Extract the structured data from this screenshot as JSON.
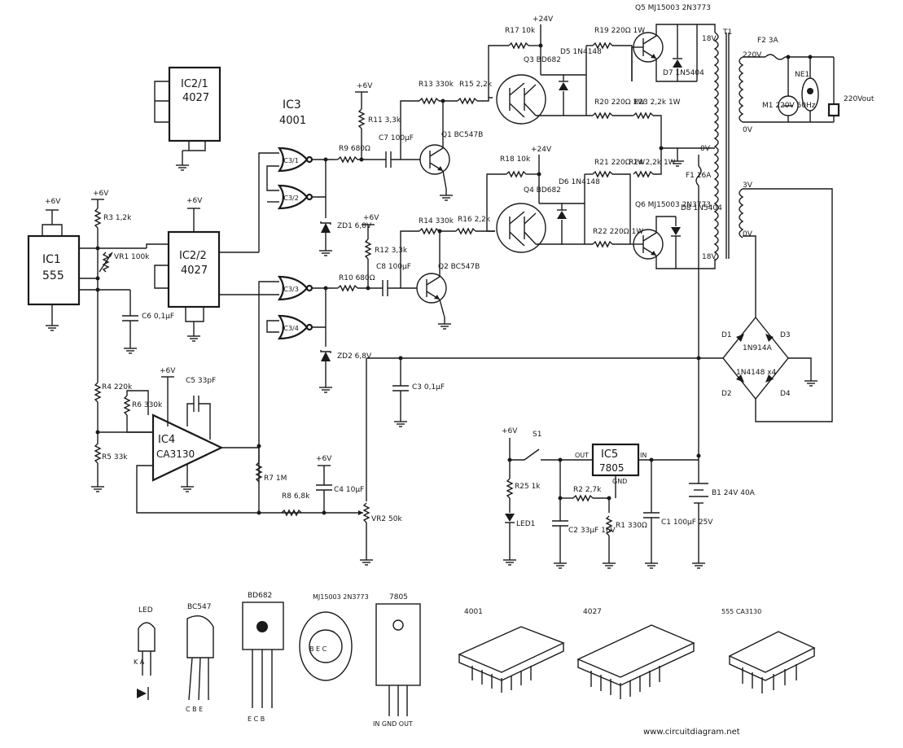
{
  "footer": {
    "website": "www.circuitdiagram.net"
  },
  "chips": {
    "ic1": {
      "name": "IC1",
      "part": "555"
    },
    "ic2_1": {
      "name": "IC2/1",
      "part": "4027"
    },
    "ic2_2": {
      "name": "IC2/2",
      "part": "4027"
    },
    "ic3": {
      "name": "IC3",
      "part": "4001"
    },
    "ic4": {
      "name": "IC4",
      "part": "CA3130"
    },
    "ic5": {
      "name": "IC5",
      "part": "7805"
    }
  },
  "gates": [
    "IC3/1",
    "IC3/2",
    "IC3/3",
    "IC3/4"
  ],
  "components": {
    "r1": "R1 330Ω",
    "r2": "R2 2,7k",
    "r3": "R3 1,2k",
    "r4": "R4 220k",
    "r5": "R5 33k",
    "r6": "R6 330k",
    "r7": "R7 1M",
    "r8": "R8 6,8k",
    "r9": "R9 680Ω",
    "r10": "R10 680Ω",
    "r11": "R11 3,3k",
    "r12": "R12 3,3k",
    "r13": "R13 330k",
    "r14": "R14 330k",
    "r15": "R15 2,2k",
    "r16": "R16 2,2k",
    "r17": "R17 10k",
    "r18": "R18 10k",
    "r19": "R19 220Ω 1W",
    "r20": "R20 220Ω 1W",
    "r21": "R21 220Ω 1W",
    "r22": "R22 220Ω 1W",
    "r23": "R23 2,2k 1W",
    "r24": "R24 2,2k 1W",
    "r25": "R25 1k",
    "c1": "C1 100µF 25V",
    "c2": "C2 33µF 16V",
    "c3": "C3 0,1µF",
    "c4": "C4 10µF",
    "c5": "C5 33pF",
    "c6": "C6 0,1µF",
    "c7": "C7 100µF",
    "c8": "C8 100µF",
    "vr1": "VR1 100k",
    "vr2": "VR2 50k",
    "zd1": "ZD1 6,8V",
    "zd2": "ZD2 6,8V",
    "q1": "Q1 BC547B",
    "q2": "Q2 BC547B",
    "q3": "Q3 BD682",
    "q4": "Q4 BD682",
    "q5": "Q5 MJ15003 2N3773",
    "q6": "Q6 MJ15003 2N3773",
    "d5": "D5 1N4148",
    "d6": "D6 1N4148",
    "d7": "D7 1N5404",
    "d8": "D8 1N5404",
    "bridge": "1N914A",
    "bridge2": "1N4148 x4",
    "t1": "T1",
    "f1": "F1 16A",
    "f2": "F2 3A",
    "m1": "M1 220V 50Hz",
    "ne1": "NE1",
    "b1": "B1 24V 40A",
    "s1": "S1",
    "led1": "LED1",
    "v24": "+24V",
    "v6": "+6V",
    "v220": "220V",
    "v220out": "220Vout",
    "v18": "18V",
    "v0": "0V",
    "v3": "3V"
  },
  "packages": [
    {
      "name": "LED",
      "pins": "K A"
    },
    {
      "name": "BC547",
      "pins": "C B E"
    },
    {
      "name": "BD682",
      "pins": "E C B"
    },
    {
      "name": "MJ15003 2N3773",
      "pins": "B E C"
    },
    {
      "name": "7805",
      "pins": "IN GND OUT"
    },
    {
      "name": "4001",
      "pins": ""
    },
    {
      "name": "4027",
      "pins": ""
    },
    {
      "name": "555 CA3130",
      "pins": ""
    }
  ]
}
